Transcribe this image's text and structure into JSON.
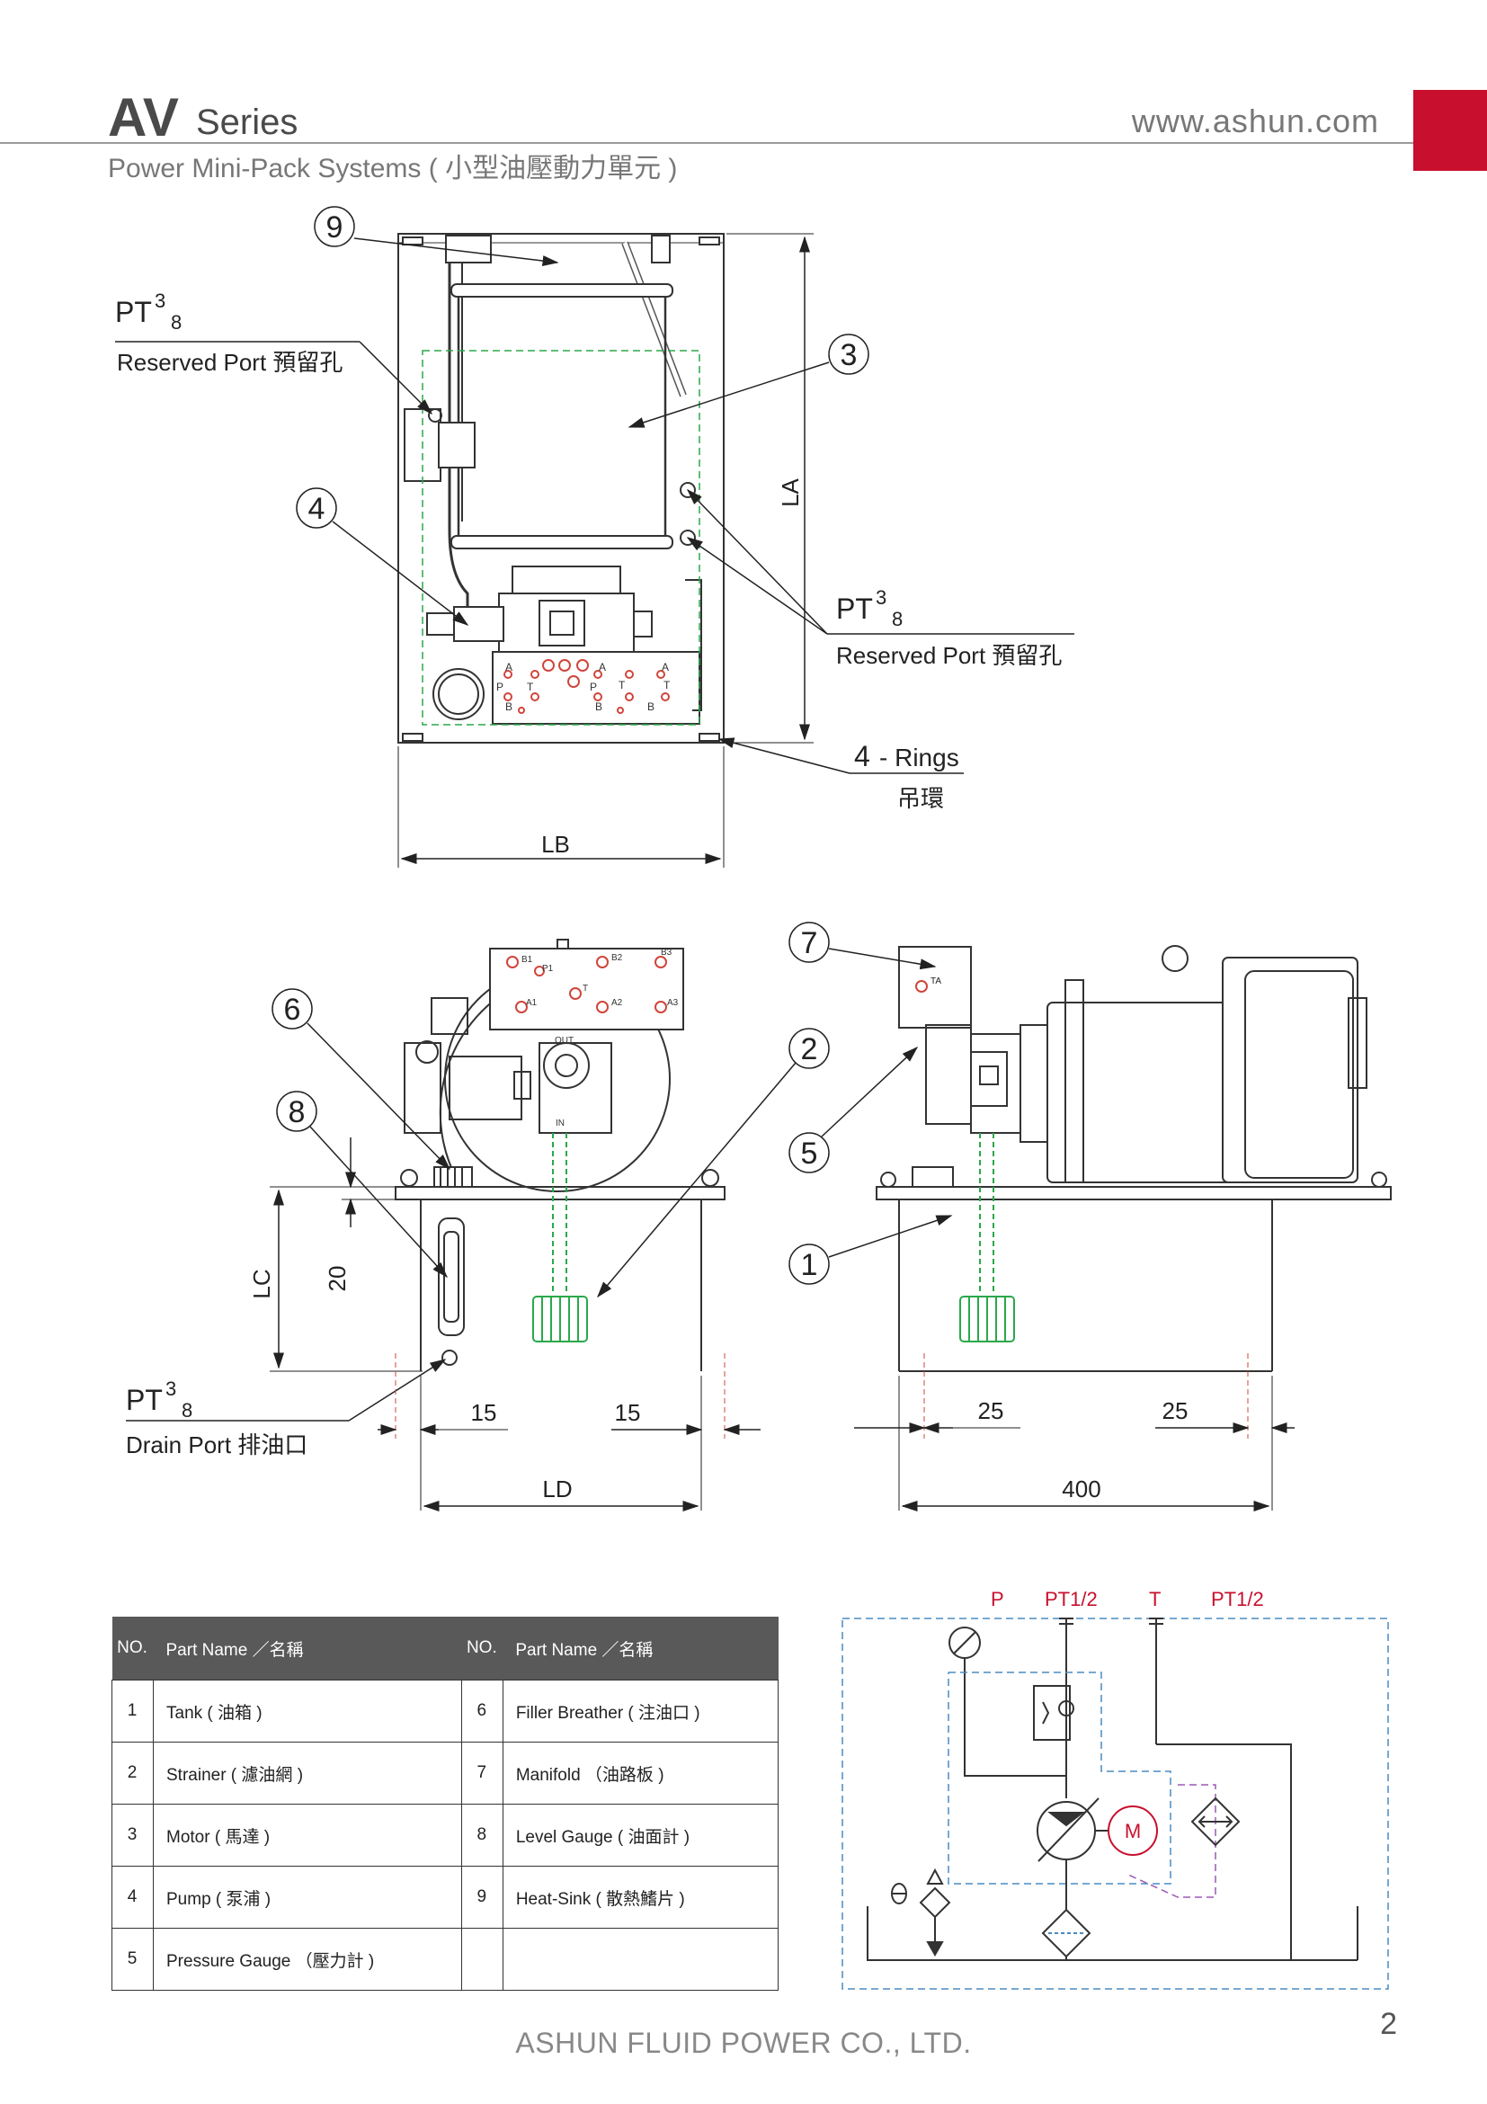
{
  "header": {
    "series_name": "AV",
    "series_word": "Series",
    "website": "www.ashun.com",
    "subtitle": "Power Mini-Pack Systems ( 小型油壓動力單元 )"
  },
  "top_view": {
    "callouts": [
      "9",
      "3",
      "4"
    ],
    "port_label_1": {
      "pt_main": "PT",
      "pt_num": "3",
      "pt_den": "8",
      "text": "Reserved Port 預留孔"
    },
    "port_label_2": {
      "pt_main": "PT",
      "pt_num": "3",
      "pt_den": "8",
      "text": "Reserved Port 預留孔"
    },
    "rings_count": "4",
    "rings_text": "- Rings",
    "rings_cn": "吊環",
    "dim_la": "LA",
    "dim_lb": "LB",
    "manifold_ports": [
      "A",
      "B",
      "P",
      "T",
      "A",
      "B",
      "P",
      "T",
      "A",
      "B",
      "T"
    ]
  },
  "front_view": {
    "callouts": [
      "6",
      "8"
    ],
    "dim_lc": "LC",
    "dim_20": "20",
    "dim_15a": "15",
    "dim_15b": "15",
    "dim_ld": "LD",
    "drain": {
      "pt_main": "PT",
      "pt_num": "3",
      "pt_den": "8",
      "text": "Drain Port 排油口"
    },
    "manifold_ports": [
      "B1",
      "P1",
      "B2",
      "B3",
      "T",
      "A1",
      "A2",
      "A3"
    ],
    "pump_out": "OUT",
    "pump_in": "IN"
  },
  "side_view": {
    "callouts": [
      "7",
      "2",
      "5",
      "1"
    ],
    "port_ta": "TA",
    "dim_25a": "25",
    "dim_25b": "25",
    "dim_400": "400"
  },
  "parts_table": {
    "headers": {
      "no": "NO.",
      "name": "Part Name ／名稱"
    },
    "rows": [
      {
        "no1": "1",
        "name1": "Tank ( 油箱 )",
        "no2": "6",
        "name2": "Filler Breather ( 注油口 )"
      },
      {
        "no1": "2",
        "name1": "Strainer ( 濾油網 )",
        "no2": "7",
        "name2": "Manifold （油路板 )"
      },
      {
        "no1": "3",
        "name1": "Motor ( 馬達 )",
        "no2": "8",
        "name2": "Level Gauge ( 油面計 )"
      },
      {
        "no1": "4",
        "name1": "Pump ( 泵浦 )",
        "no2": "9",
        "name2": "Heat-Sink ( 散熱鰭片 )"
      },
      {
        "no1": "5",
        "name1": "Pressure Gauge （壓力計 )",
        "no2": "",
        "name2": ""
      }
    ]
  },
  "schematic": {
    "p": "P",
    "p_size": "PT1/2",
    "t": "T",
    "t_size": "PT1/2",
    "motor": "M",
    "label_color": "#c8102e",
    "pilot_color": "#4a8bc2",
    "drain_color": "#9b59b6"
  },
  "footer": {
    "company": "ASHUN FLUID POWER CO., LTD.",
    "page": "2"
  }
}
